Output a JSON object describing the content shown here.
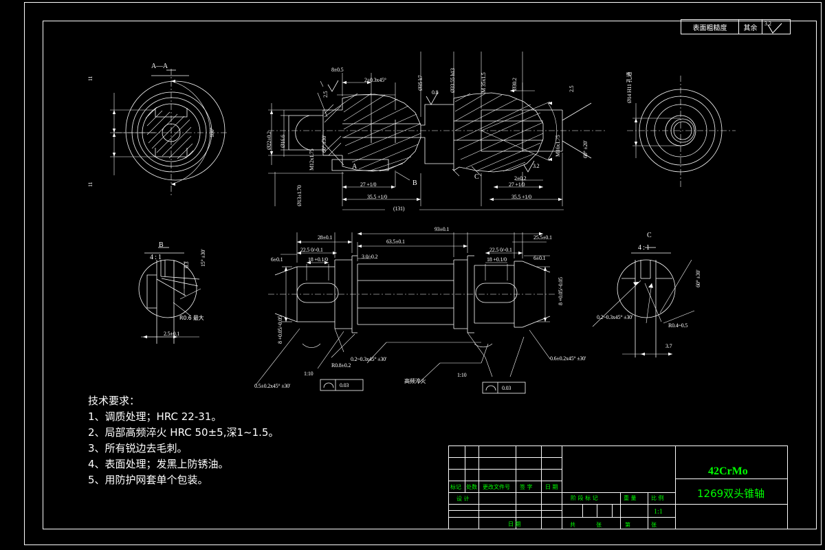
{
  "drawing": {
    "type": "mechanical-engineering-part-drawing",
    "background_color": "#000000",
    "line_color": "#ffffff",
    "title_block_color": "#00ff00"
  },
  "header": {
    "roughness_label": "表面粗糙度",
    "roughness_other": "其余",
    "roughness_value": "3.2",
    "roughness_symbol": "∇"
  },
  "views": {
    "section_aa": {
      "label": "A—A",
      "dim_top": "11",
      "dim_bottom": "11",
      "dim_angle": "180°"
    },
    "detail_b": {
      "label": "B",
      "scale": "4 : 1",
      "radius_note": "R0.6 最大",
      "dim_width": "2.5±0.1",
      "dim_depth": "0.3",
      "angle_note": "15° ±30'"
    },
    "detail_c": {
      "label": "C",
      "scale": "4 : 1",
      "chamfer": "0.2~0.3x45°  ±30'",
      "radius": "R0.4~0.5",
      "dim": "3.7",
      "angle": "60° ±30'"
    },
    "right_view": {
      "bore": "Ø14 H11 孔通"
    }
  },
  "main_section_dims": {
    "top": [
      "8±0.5",
      "2±0.3x45°",
      "2.5",
      "0.8",
      "Ø35 k7",
      "Ø33.55 h13",
      "M 35x1.5",
      "Ø30.2",
      "2.5"
    ],
    "left": [
      "Ø22±0.2",
      "Ø16.6",
      "M12x1.75",
      "Ø13±1.70"
    ],
    "right": [
      "M16x1.75",
      "60° ±20'",
      "2±0.2",
      "3.2"
    ],
    "bottom": [
      "27 +1/0",
      "35.5 +1/0",
      "(131)",
      "27 +1/0",
      "35.5 +1/0"
    ],
    "inner": [
      "60° ±30'",
      "A",
      "B",
      "C"
    ]
  },
  "bottom_view_dims": {
    "top_chain": [
      "28±0.1",
      "22.5 0/-0.1",
      "18 +0.1/0",
      "93±0.1",
      "63.5±0.1",
      "22.5 0/-0.1",
      "18 +0.1/0",
      "25.5±0.1"
    ],
    "left": [
      "6±0.1",
      "3 0/-0.2",
      "8 +0.05/-0.05"
    ],
    "right": [
      "6±0.1",
      "8 +0.05/-0.05"
    ],
    "notes": [
      "0.5±0.2x45°  ±30'",
      "R0.8±0.2",
      "1:10",
      "0.2~0.3x45°  ±30'",
      "高频淬火",
      "1:10",
      "0.6±0.2x45°  ±30'"
    ],
    "geometric_tolerances": [
      {
        "symbol": "⌒",
        "value": "0.03"
      },
      {
        "symbol": "⌒",
        "value": "0.03"
      }
    ]
  },
  "tech_requirements": {
    "heading": "技术要求：",
    "items": [
      "1、调质处理；HRC 22-31。",
      "2、局部高频淬火 HRC 50±5,深1~1.5。",
      "3、所有锐边去毛刺。",
      "4、表面处理；发黑上防锈油。",
      "5、用防护网套单个包装。"
    ]
  },
  "title_block": {
    "material": "42CrMo",
    "part_name": "1269双头锥轴",
    "scale_value": "1:1",
    "row_headers": [
      "标记",
      "处数",
      "更改文件号",
      "签 字",
      "日 期"
    ],
    "design_label": "设  计",
    "date_label": "日 期",
    "stage_label": "阶 段 标 记",
    "weight_label": "重 量",
    "scale_label": "比 例",
    "sheet_label": [
      "共",
      "张",
      "第",
      "张"
    ]
  }
}
